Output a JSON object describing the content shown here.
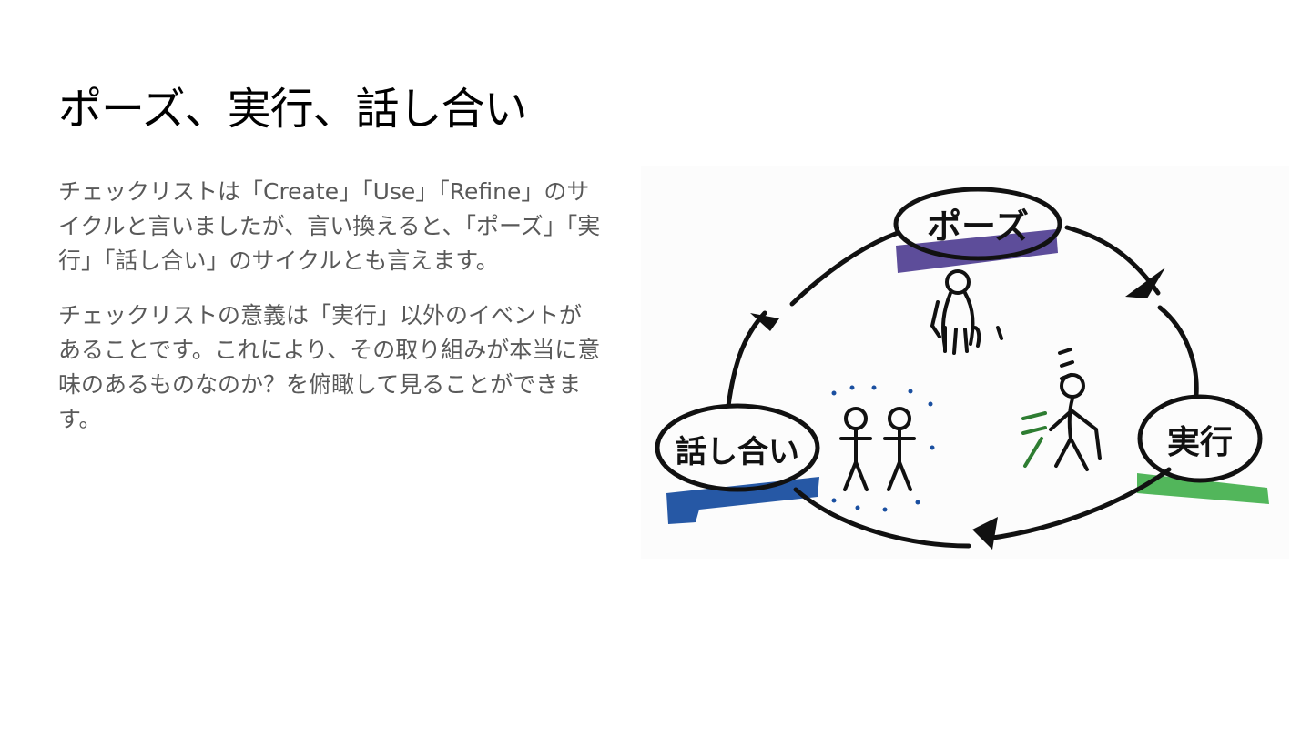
{
  "slide": {
    "title": "ポーズ、実行、話し合い",
    "paragraphs": [
      "チェックリストは「Create」「Use」「Refine」のサイクルと言いましたが、言い換えると、「ポーズ」「実行」「話し合い」のサイクルとも言えます。",
      "チェックリストの意義は「実行」以外のイベントがあることです。これにより、その取り組みが本当に意味のあるものなのか？を俯瞰して見ることができます。"
    ]
  },
  "diagram": {
    "nodes": [
      {
        "label": "ポーズ",
        "highlight_color": "#4b3a8f"
      },
      {
        "label": "実行",
        "highlight_color": "#3fae49"
      },
      {
        "label": "話し合い",
        "highlight_color": "#1a4fa0"
      }
    ],
    "stroke_color": "#111111"
  }
}
